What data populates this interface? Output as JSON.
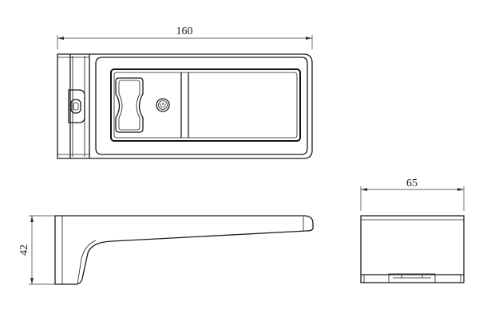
{
  "dimensions": {
    "length": "160",
    "height": "42",
    "width": "65"
  },
  "icons": {
    "power": "power-icon",
    "usb_port": "usb-port-icon"
  },
  "colors": {
    "line": "#1a1a1a",
    "background": "#ffffff"
  }
}
